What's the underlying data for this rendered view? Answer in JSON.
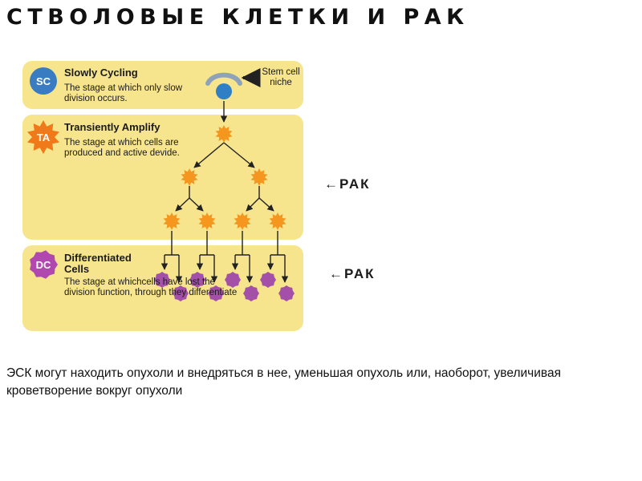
{
  "slide": {
    "title": "СТВОЛОВЫЕ КЛЕТКИ И РАК",
    "caption": "ЭСК могут находить опухоли и внедряться в нее,  уменьшая  опухоль или, наоборот, увеличивая  кроветворение вокруг опухоли"
  },
  "diagram": {
    "stages": [
      {
        "badge": "SC",
        "badge_color": "#3a7cc2",
        "heading": "Slowly Cycling",
        "description": "The stage at which only slow division occurs."
      },
      {
        "badge": "TA",
        "badge_color": "#f07a1a",
        "heading": "Transiently Amplify",
        "description": "The stage at which cells are produced and active devide."
      },
      {
        "badge": "DC",
        "badge_color": "#b048b0",
        "heading": "Differentiated Cells",
        "description": "The stage at whichcells have lost the division function, through they differentiate"
      }
    ],
    "niche_label": "Stem cell niche",
    "colors": {
      "panel": "#f7e58e",
      "stem_cell": "#2f7fc4",
      "niche": "#8fa3b8",
      "ta_cell": "#f5961f",
      "dc_cell": "#a450a8",
      "arrow": "#222222"
    }
  },
  "markers": [
    {
      "label": "РАК"
    },
    {
      "label": "РАК"
    }
  ]
}
